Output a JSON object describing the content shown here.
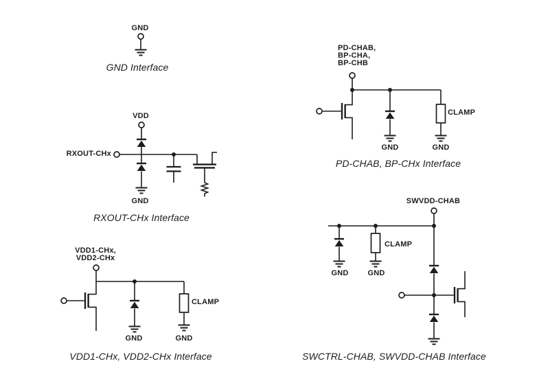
{
  "figure": {
    "ink_color": "#1d1d1b",
    "background_color": "#ffffff",
    "circuits": {
      "gnd": {
        "pin": "GND",
        "caption": "GND Interface"
      },
      "rxout": {
        "top_pin": "VDD",
        "left_pin": "RXOUT-CHx",
        "bottom_gnd": "GND",
        "caption": "RXOUT-CHx Interface"
      },
      "vdd12": {
        "pin_line1": "VDD1-CHx,",
        "pin_line2": "VDD2-CHx",
        "diode_gnd": "GND",
        "clamp_gnd": "GND",
        "clamp": "CLAMP",
        "caption": "VDD1-CHx, VDD2-CHx Interface"
      },
      "pdchab": {
        "pin_line1": "PD-CHAB,",
        "pin_line2": "BP-CHA,",
        "pin_line3": "BP-CHB",
        "diode_gnd": "GND",
        "clamp_gnd": "GND",
        "clamp": "CLAMP",
        "caption": "PD-CHAB, BP-CHx Interface"
      },
      "swvdd": {
        "top_pin": "SWVDD-CHAB",
        "diode_gnd": "GND",
        "clamp_gnd": "GND",
        "clamp": "CLAMP",
        "caption": "SWCTRL-CHAB, SWVDD-CHAB Interface"
      }
    }
  }
}
